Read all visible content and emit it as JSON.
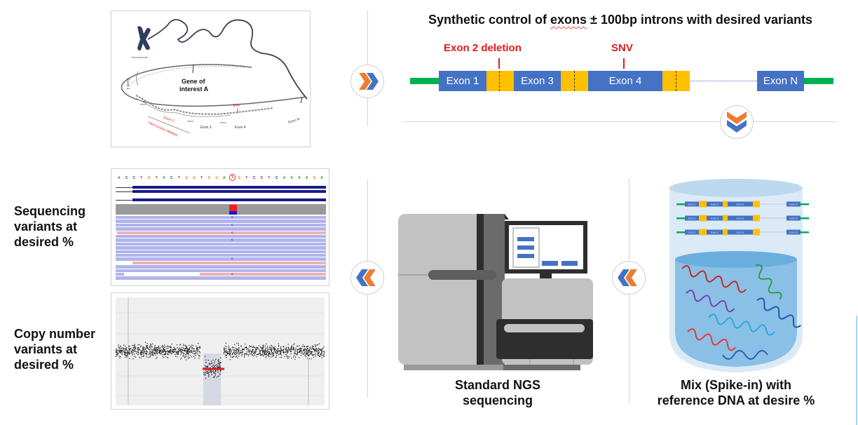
{
  "header": {
    "title_prefix": "Synthetic control of ",
    "title_underlined": "exons",
    "title_suffix": " ± 100bp introns with desired variants"
  },
  "gene_illustration": {
    "chromosome_label": "Chromosome",
    "gene_label_line1": "Gene of",
    "gene_label_line2": "interest A",
    "snv_label": "SNV",
    "labels": {
      "exon1": "Exon 1",
      "intron_a": "Intron",
      "exon2": "Exon 2",
      "intron_b": "Intron",
      "exon3": "Exon 3",
      "intron_c": "Intron",
      "exon4": "Exon 4",
      "exonN": "Exon N",
      "cnv": "CNV Exonic deletion"
    }
  },
  "construct": {
    "deletion_label": "Exon 2 deletion",
    "snv_label": "SNV",
    "exons": [
      "Exon 1",
      "Exon 3",
      "Exon 4",
      "Exon N"
    ],
    "colors": {
      "exon": "#4472c4",
      "intron": "#ffc000",
      "flank": "#00b050",
      "variant": "#e01b1b"
    }
  },
  "sequencing_panel": {
    "label": "Sequencing variants at desired %",
    "label_lines": [
      "Sequencing",
      "variants at",
      "desired %"
    ],
    "reference_sequence": [
      "A",
      "C",
      "C",
      "T",
      "G",
      "T",
      "A",
      "C",
      "T",
      "G",
      "G",
      "T",
      "G",
      "G",
      "A",
      "T",
      "G",
      "T",
      "C",
      "C",
      "T",
      "C",
      "A",
      "A",
      "A",
      "A",
      "G",
      "A"
    ],
    "highlighted_base_index": 15,
    "variant_base": "C"
  },
  "cnv_panel": {
    "label_lines": [
      "Copy number",
      "variants at",
      "desired %"
    ]
  },
  "ngs": {
    "caption_lines": [
      "Standard NGS",
      "sequencing"
    ]
  },
  "mix": {
    "caption_lines": [
      "Mix (Spike-in) with",
      "reference DNA at desire %"
    ],
    "mini_exons": [
      "Exon 1",
      "Exon 3",
      "Exon 4",
      "Exon N"
    ]
  },
  "flow_arrows": {
    "top_right": "chevron-right-icon",
    "down": "chevron-down-icon",
    "bottom_left_1": "chevron-left-icon",
    "bottom_left_2": "chevron-left-icon",
    "colors": {
      "orange": "#ed7d31",
      "blue": "#4472c4"
    }
  }
}
